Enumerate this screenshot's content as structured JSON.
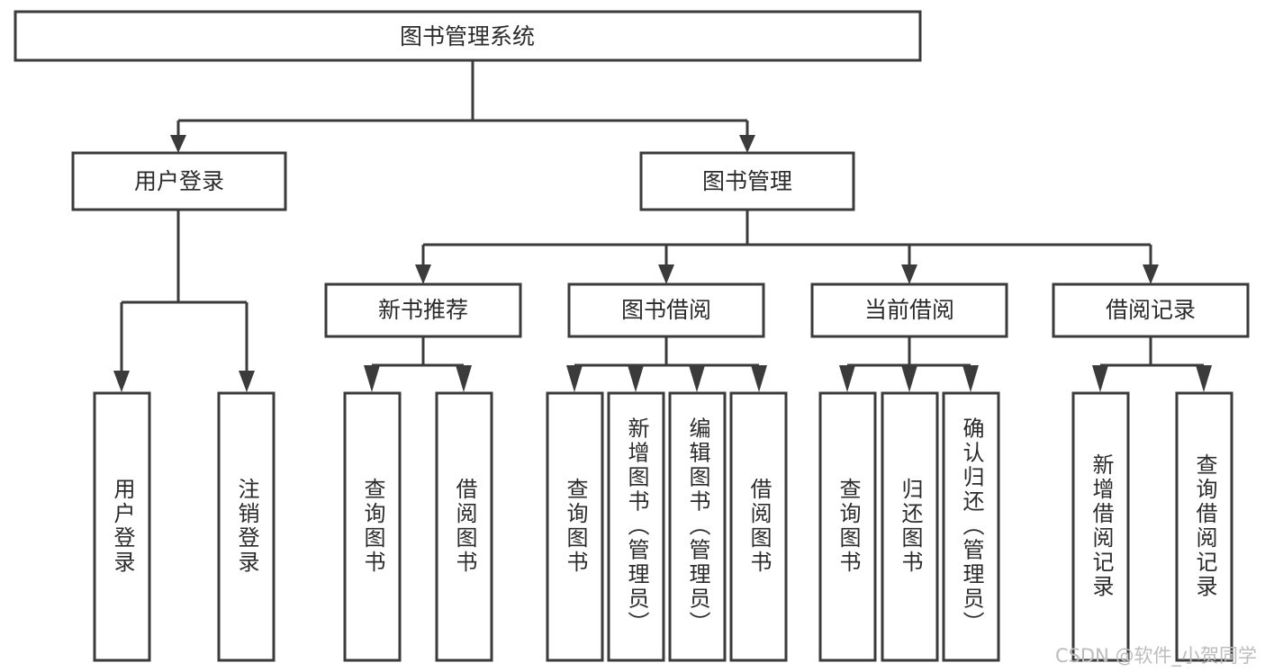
{
  "diagram": {
    "title": "图书管理系统",
    "watermark": "CSDN @软件_小贺同学",
    "colors": {
      "stroke": "#3b3b3b",
      "box_fill": "#ffffff",
      "text": "#2b2b2b",
      "watermark": "#bcbcbc",
      "background": "#ffffff"
    },
    "root": {
      "label": "图书管理系统"
    },
    "level1": [
      {
        "label": "用户登录"
      },
      {
        "label": "图书管理"
      }
    ],
    "level2": [
      {
        "label": "新书推荐"
      },
      {
        "label": "图书借阅"
      },
      {
        "label": "当前借阅"
      },
      {
        "label": "借阅记录"
      }
    ],
    "leaves": {
      "user_login": [
        {
          "label": "用户登录"
        },
        {
          "label": "注销登录"
        }
      ],
      "new_book_recommend": [
        {
          "label": "查询图书"
        },
        {
          "label": "借阅图书"
        }
      ],
      "book_borrow": [
        {
          "label": "查询图书"
        },
        {
          "label": "新增图书（管理员）"
        },
        {
          "label": "编辑图书（管理员）"
        },
        {
          "label": "借阅图书"
        }
      ],
      "current_borrow": [
        {
          "label": "查询图书"
        },
        {
          "label": "归还图书"
        },
        {
          "label": "确认归还（管理员）"
        }
      ],
      "borrow_record": [
        {
          "label": "新增借阅记录"
        },
        {
          "label": "查询借阅记录"
        }
      ]
    }
  }
}
